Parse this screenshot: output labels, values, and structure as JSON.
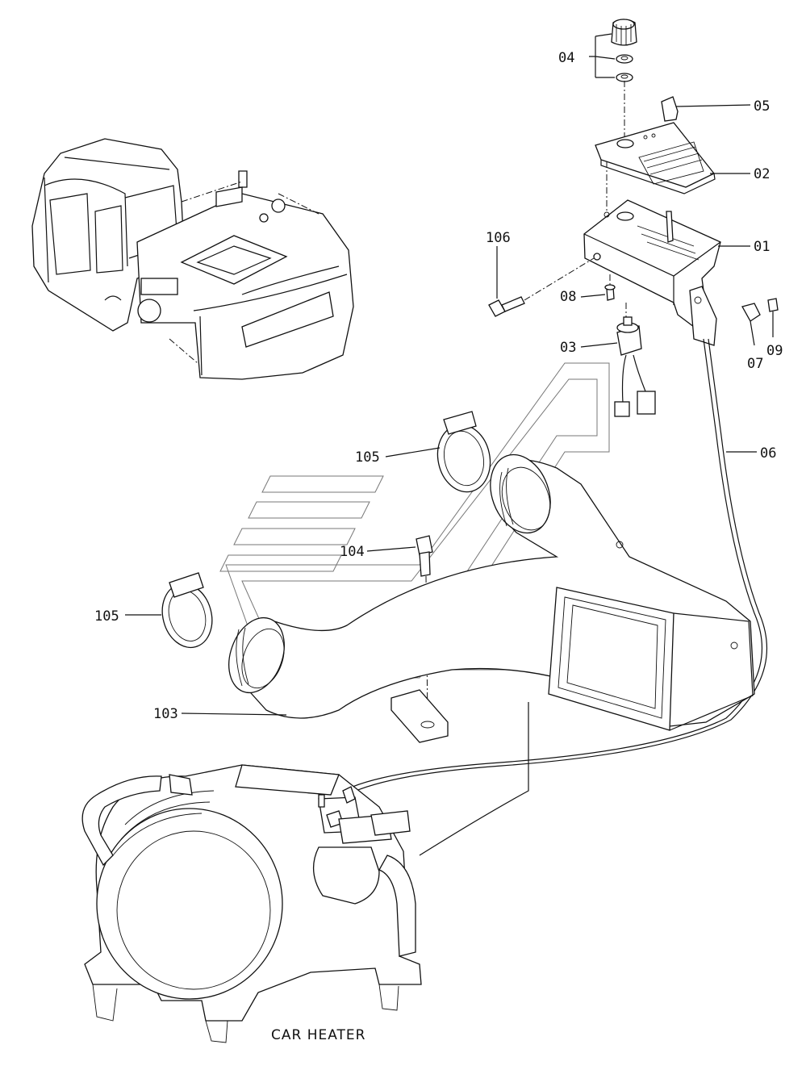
{
  "caption": "CAR HEATER",
  "labels": {
    "l04": "04",
    "l05": "05",
    "l02": "02",
    "l01": "01",
    "l106": "106",
    "l08": "08",
    "l03": "03",
    "l07": "07",
    "l09": "09",
    "l06": "06",
    "l105a": "105",
    "l104": "104",
    "l105b": "105",
    "l103": "103"
  }
}
